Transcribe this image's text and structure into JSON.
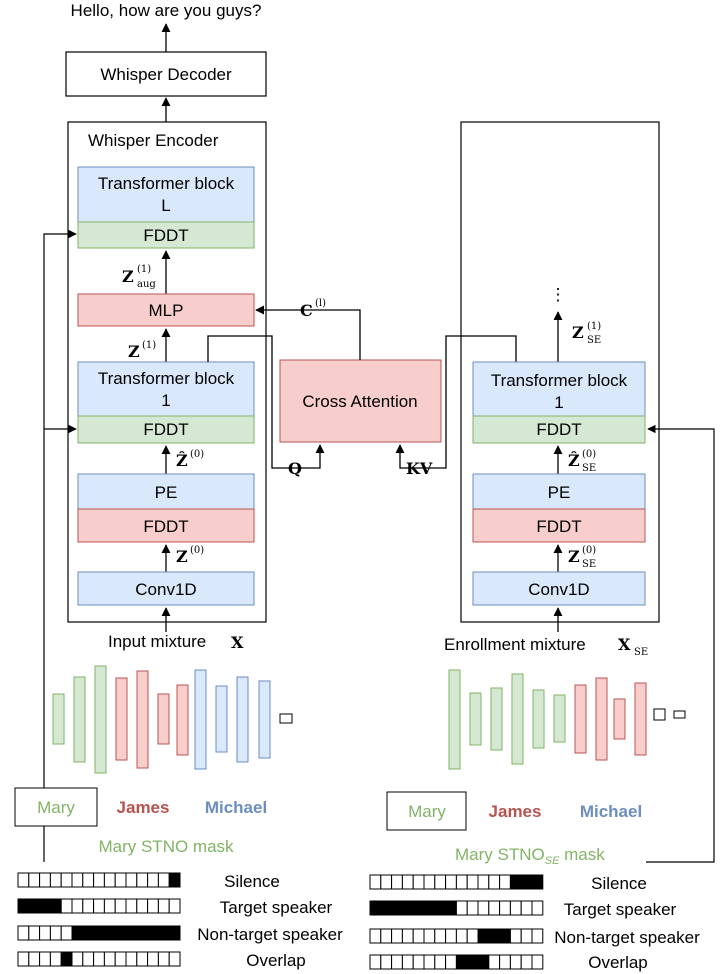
{
  "output_text": "Hello, how are you guys?",
  "decoder": "Whisper Decoder",
  "encoder": "Whisper Encoder",
  "left": {
    "transformer_L": [
      "Transformer block",
      "L"
    ],
    "fddt": "FDDT",
    "mlp": "MLP",
    "transformer_1": [
      "Transformer block",
      "1"
    ],
    "pe": "PE",
    "conv": "Conv1D",
    "z_aug": "Z",
    "z_aug_sup": "(1)",
    "z_aug_sub": "aug",
    "z1": "Z",
    "z1_sup": "(1)",
    "zhat0": "Ẑ",
    "zhat0_sup": "(0)",
    "z0": "Z",
    "z0_sup": "(0)",
    "input_label": "Input mixture",
    "input_sym": "X"
  },
  "cross": {
    "label": "Cross Attention",
    "c": "C",
    "c_sup": "(l)",
    "q": "Q",
    "kv": "KV"
  },
  "right": {
    "dots": "⋮",
    "transformer_1": [
      "Transformer block",
      "1"
    ],
    "fddt": "FDDT",
    "pe": "PE",
    "conv": "Conv1D",
    "z1": "Z",
    "z1_sup": "(1)",
    "z1_sub": "SE",
    "zhat0": "Ẑ",
    "zhat0_sup": "(0)",
    "zhat0_sub": "SE",
    "z0": "Z",
    "z0_sup": "(0)",
    "z0_sub": "SE",
    "input_label": "Enrollment mixture",
    "input_sym": "X",
    "input_sub": "SE"
  },
  "speakers": {
    "mary": "Mary",
    "james": "James",
    "michael": "Michael"
  },
  "mask_left": "Mary STNO mask",
  "mask_right_pre": "Mary STNO",
  "mask_right_sub": "SE",
  "mask_right_post": " mask",
  "legend": [
    "Silence",
    "Target speaker",
    "Non-target speaker",
    "Overlap"
  ],
  "colors": {
    "blue_fill": "#dae8fc",
    "blue_stroke": "#6c8ebf",
    "green_fill": "#d5e8d4",
    "green_stroke": "#82b366",
    "red_fill": "#f8cecc",
    "red_stroke": "#b85450",
    "mary": "#82b366",
    "james": "#b85450",
    "michael": "#6c8ebf"
  }
}
